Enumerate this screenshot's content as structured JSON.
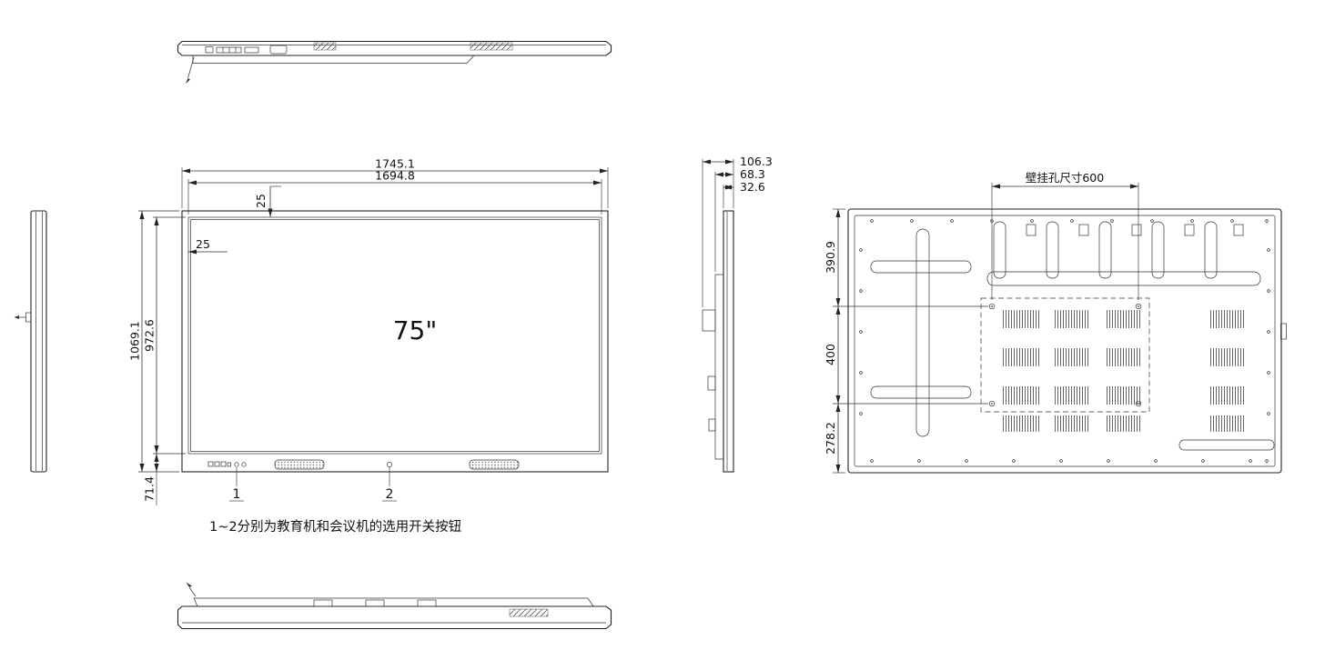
{
  "note": "1~2分别为教育机和会议机的选用开关按钮",
  "front": {
    "screen_size": "75\"",
    "outer_width": "1745.1",
    "screen_width": "1694.8",
    "bezel_top": "25",
    "bezel_left": "25",
    "outer_height": "1069.1",
    "screen_height": "972.6",
    "bottom_height": "71.4",
    "button1": "1",
    "button2": "2"
  },
  "side": {
    "depth_total": "106.3",
    "depth_mid": "68.3",
    "depth_panel": "32.6"
  },
  "rear": {
    "wall_mount": "壁挂孔尺寸600",
    "top_to_hole": "390.9",
    "hole_spacing_v": "400",
    "hole_to_bottom": "278.2"
  },
  "line_color": "#222222",
  "background_color": "#ffffff"
}
